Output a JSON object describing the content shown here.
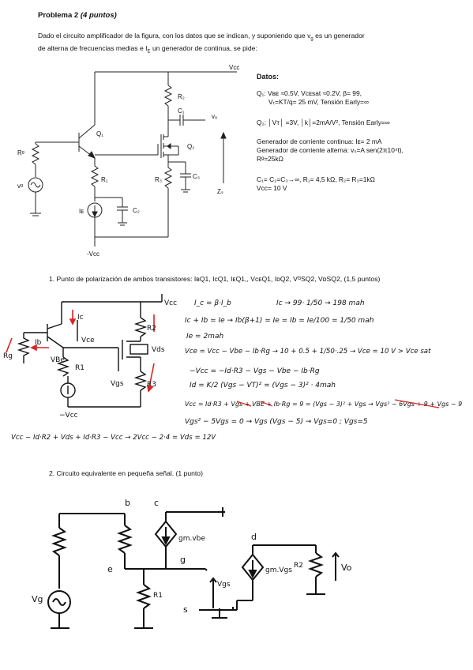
{
  "problem": {
    "title_main": "Problema 2",
    "title_points": "(4  puntos)",
    "intro_line1": "Dado el circuito amplificador de la figura, con  los datos que se indican, y suponiendo que v",
    "intro_sub": "g",
    "intro_line1b": " es  un generador",
    "intro_line2a": "de alterna de frecuencias medias e I",
    "intro_sub2": "E",
    "intro_line2b": " un generador de continua, se pide:"
  },
  "datos": {
    "heading": "Datos:",
    "q1_a": "Q₁: Vʙᴇ ≈0.5V, Vᴄᴇsat ≈0.2V,  β= 99,",
    "q1_b": "Vₜ=KT/q= 25 mV, Tensión Early=∞",
    "q2": "Q₂: │Vᴛ│ =3V,  │k│=2mA/V², Tensión   Early=∞",
    "gen1": "Generador de corriente continua: Iᴇ= 2 mA",
    "gen2": "Generador de corriente alterna: vₛ=A sen(2π10⁴t),",
    "gen3": "Rᵍ=25kΩ",
    "comp1": "C₁= C₂=C₃→∞, R₁= 4,5 kΩ, R₂= R₃=1kΩ",
    "comp2": "Vᴄᴄ= 10 V"
  },
  "circuit_labels": {
    "vcc": "Vᴄᴄ",
    "r2": "R₂",
    "c1": "C₁",
    "vo": "vₒ",
    "q1": "Q₁",
    "q2": "Q₂",
    "rg": "Rᵍ",
    "vg": "vᵍ",
    "r1": "R₁",
    "r3": "R₃",
    "c3": "C₃",
    "zs": "Zₛ",
    "ie": "Iᴇ",
    "c2": "C₂",
    "mvcc": "-Vᴄᴄ"
  },
  "questions": {
    "q1": "1.   Punto de polarización de ambos transistores: IʙQ1,  IᴄQ1,  IᴇQ1,, VᴄᴇQ1,  IᴅQ2,  VᴳSQ2,  VᴅSQ2, (1,5 puntos)",
    "q2": "2.   Circuito equivalente en pequeña señal. (1 punto)"
  },
  "handwritten": {
    "l1a": "I_c = β·I_b",
    "l1b": "Ic → 99· 1/50 → 198 mah",
    "l2": "Ic + Ib = Ie  →  Ib(β+1) = Ie = Ib = Ie/100 = 1/50 mah",
    "l3": "Ie = 2mah",
    "l4": "Vce = Vcc − Vbe − Ib·Rg  →  10 + 0.5 + 1/50·.25 → Vce = 10 V > Vce sat",
    "l5": "−Vcc = −Id·R3 − Vgs − Vbe − Ib·Rg",
    "l6": "Id = K/2 (Vgs − VT)² = (Vgs − 3)² · 4mah",
    "l7": "Vcc = Id·R3 + Vgs + VBE + Ib·Rg = 9 = (Vgs − 3)² + Vgs → Vgs² − 6Vgs + 9 + Vgs − 9",
    "l8": "Vgs² − 5Vgs = 0  →  Vgs (Vgs − 5) → Vgs=0 ; Vgs=5",
    "l9": "Vcc − Id·R2 + Vds + Id·R3 − Vcc → 2Vcc − 2·4 = Vds = 12V",
    "sk_vcc": "Vcc",
    "sk_ic": "Ic",
    "sk_ib": "Ib",
    "sk_vce": "Vce",
    "sk_vbe": "VBe",
    "sk_rg": "Rg",
    "sk_r1": "R1",
    "sk_r2": "R2",
    "sk_r3": "R3",
    "sk_vds": "Vds",
    "sk_vgs": "Vgs",
    "sk_mvcc": "−Vcc",
    "ss_b": "b",
    "ss_c": "c",
    "ss_e": "e",
    "ss_g": "g",
    "ss_s": "s",
    "ss_d": "d",
    "ss_gmvbe": "gm.vbe",
    "ss_gmvgs": "gm.Vgs",
    "ss_vgs": "Vgs",
    "ss_vg": "Vg",
    "ss_r1": "R1",
    "ss_r2": "R2",
    "ss_vo": "Vo"
  }
}
